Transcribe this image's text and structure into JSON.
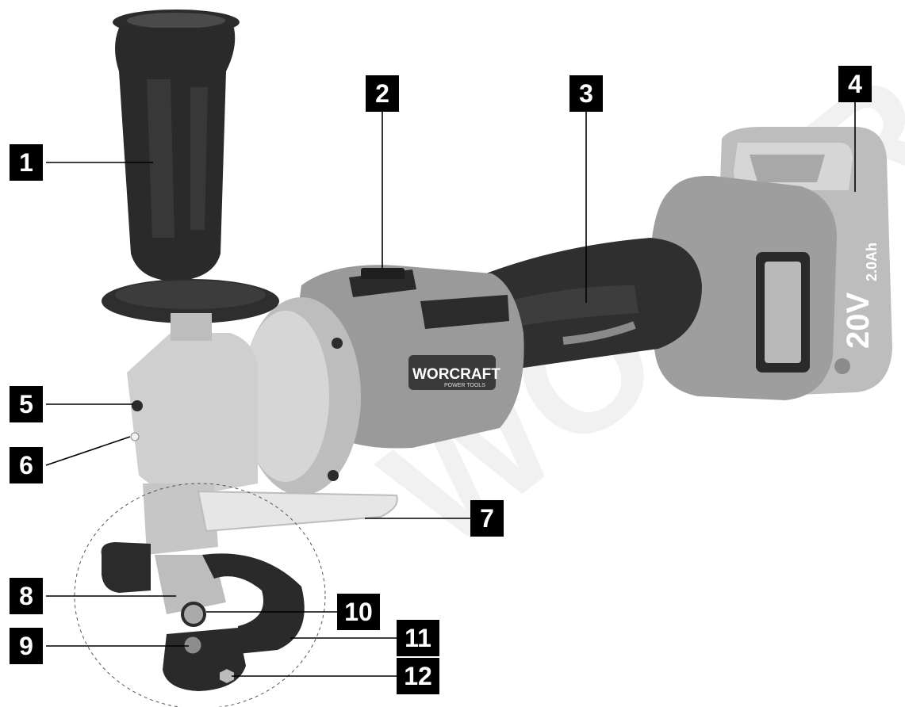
{
  "callouts": [
    {
      "id": 1,
      "label": "1"
    },
    {
      "id": 2,
      "label": "2"
    },
    {
      "id": 3,
      "label": "3"
    },
    {
      "id": 4,
      "label": "4"
    },
    {
      "id": 5,
      "label": "5"
    },
    {
      "id": 6,
      "label": "6"
    },
    {
      "id": 7,
      "label": "7"
    },
    {
      "id": 8,
      "label": "8"
    },
    {
      "id": 9,
      "label": "9"
    },
    {
      "id": 10,
      "label": "10"
    },
    {
      "id": 11,
      "label": "11"
    },
    {
      "id": 12,
      "label": "12"
    }
  ],
  "product": {
    "brand": "WORCRAFT",
    "brand_sub": "POWER TOOLS",
    "battery_voltage": "20V",
    "battery_capacity": "2.0Ah"
  },
  "watermark": "WORCRAFT",
  "colors": {
    "callout_bg": "#000000",
    "callout_text": "#ffffff",
    "housing_gray": "#9a9a9a",
    "rubber_dark": "#2b2b2b",
    "metal_silver": "#c8c8c8"
  }
}
